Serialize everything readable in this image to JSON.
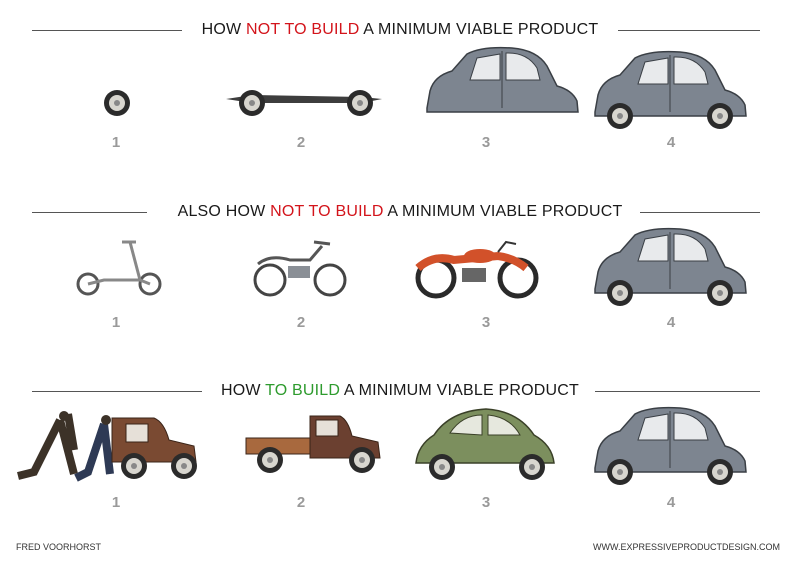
{
  "rows": [
    {
      "prefix": "HOW ",
      "highlight": "NOT TO BUILD",
      "suffix": " A MINIMUM VIABLE PRODUCT",
      "highlight_color": "#d3141b",
      "steps": [
        {
          "label": "1",
          "item": "wheel"
        },
        {
          "label": "2",
          "item": "chassis"
        },
        {
          "label": "3",
          "item": "car-body"
        },
        {
          "label": "4",
          "item": "car"
        }
      ]
    },
    {
      "prefix": "ALSO HOW ",
      "highlight": "NOT TO BUILD",
      "suffix": " A MINIMUM VIABLE PRODUCT",
      "highlight_color": "#d3141b",
      "steps": [
        {
          "label": "1",
          "item": "scooter"
        },
        {
          "label": "2",
          "item": "moped"
        },
        {
          "label": "3",
          "item": "motorcycle"
        },
        {
          "label": "4",
          "item": "car"
        }
      ]
    },
    {
      "prefix": "HOW ",
      "highlight": "TO BUILD",
      "suffix": " A MINIMUM VIABLE PRODUCT",
      "highlight_color": "#2e9b2e",
      "steps": [
        {
          "label": "1",
          "item": "pushed-cart"
        },
        {
          "label": "2",
          "item": "pickup-truck"
        },
        {
          "label": "3",
          "item": "green-car"
        },
        {
          "label": "4",
          "item": "car"
        }
      ]
    }
  ],
  "footer": {
    "author": "FRED VOORHORST",
    "website": "WWW.EXPRESSIVEPRODUCTDESIGN.COM"
  }
}
